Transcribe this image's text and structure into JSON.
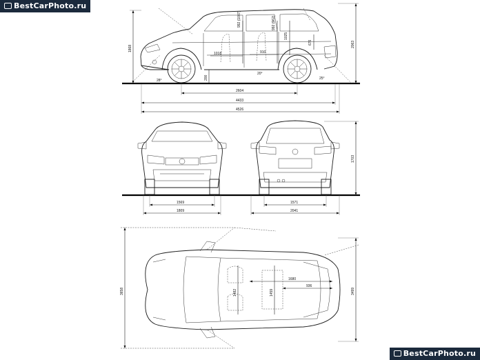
{
  "watermark": {
    "top_left": "BestCarPhoto.ru",
    "bottom_right": "BestCarPhoto.ru"
  },
  "side_view": {
    "height_overall": "1868",
    "height_total": "2063",
    "wheelbase": "2604",
    "length": "4433",
    "length_total": "4526",
    "approach_angle": "28°",
    "departure_angle": "25°",
    "ground_clearance": "200",
    "breakover_angle": "20°",
    "front_headroom": "992 (1007)",
    "rear_headroom": "992 (962)",
    "rear_headroom_2": "1025",
    "front_legroom": "1018",
    "rear_legroom": "910",
    "cargo_height": "676"
  },
  "front_rear_view": {
    "front_track": "1569",
    "front_width": "1809",
    "rear_track": "1571",
    "mirror_width": "2041",
    "height": "1703"
  },
  "top_view": {
    "turning_dimension": "3658",
    "interior_length": "3499",
    "cargo_length": "1680",
    "cargo_depth": "936",
    "front_shoulder": "1482",
    "rear_shoulder": "1459"
  }
}
